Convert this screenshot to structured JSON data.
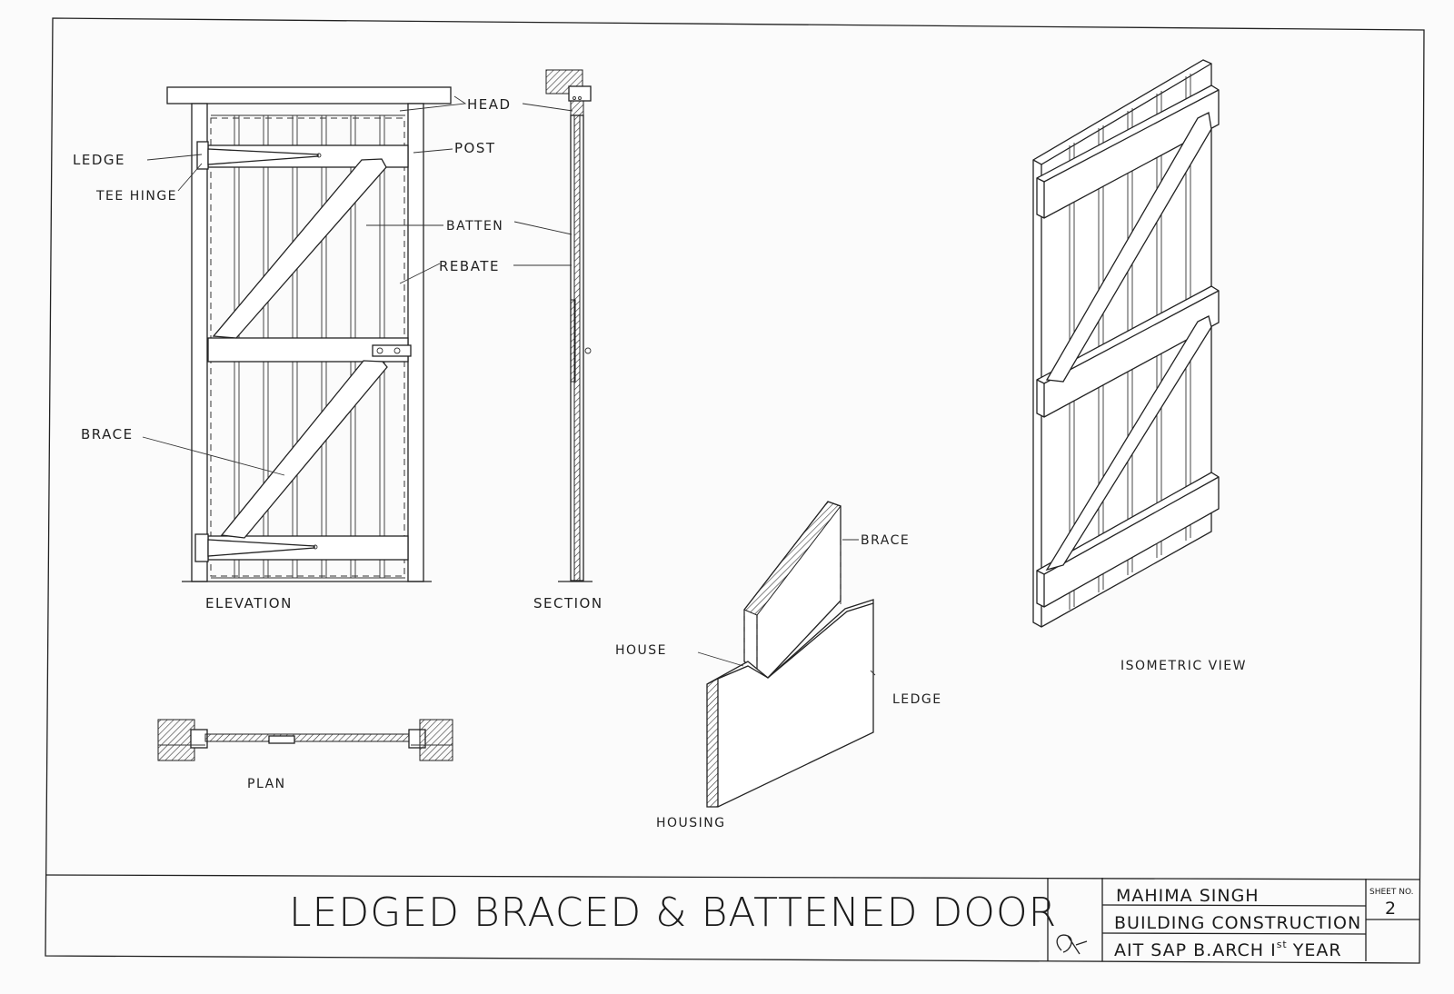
{
  "drawing": {
    "title": "LEDGED BRACED & BATTENED DOOR",
    "labels": {
      "head": "HEAD",
      "post": "POST",
      "ledge": "LEDGE",
      "tee_hinge": "TEE HINGE",
      "batten": "BATTEN",
      "rebate": "REBATE",
      "brace": "BRACE",
      "elevation": "ELEVATION",
      "section": "SECTION",
      "plan": "PLAN",
      "detail_brace": "BRACE",
      "house": "HOUSE",
      "detail_ledge": "LEDGE",
      "housing": "HOUSING",
      "isometric_view": "ISOMETRIC VIEW"
    }
  },
  "title_block": {
    "name": "MAHIMA SINGH",
    "subject": "BUILDING CONSTRUCTION",
    "course": "AIT SAP B.ARCH I",
    "course_sup": "st",
    "course_suffix": "YEAR",
    "sheet_label": "SHEET NO.",
    "sheet_no": "2"
  }
}
